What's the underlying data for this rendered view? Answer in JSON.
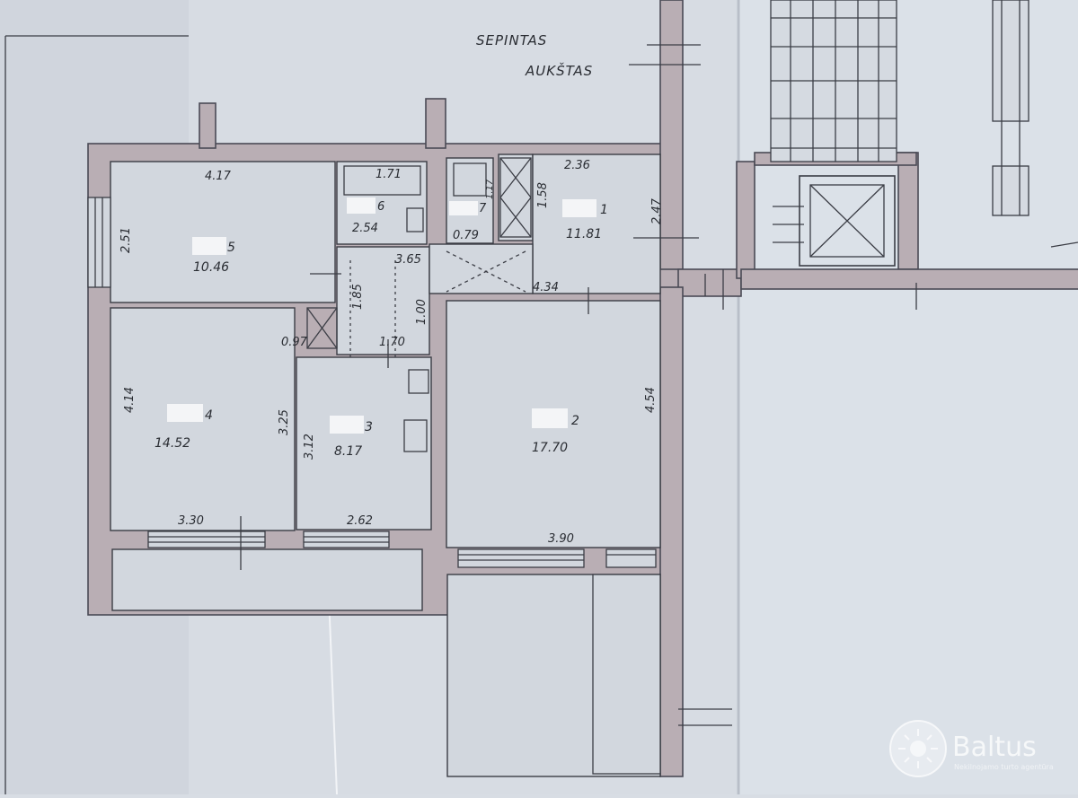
{
  "plan": {
    "corridor_label_line1": "SEPINTAS",
    "corridor_label_line2": "AUKŠTAS",
    "rooms": [
      {
        "id": "room-1",
        "number": "1",
        "area": "11.81"
      },
      {
        "id": "room-2",
        "number": "2",
        "area": "17.70"
      },
      {
        "id": "room-3",
        "number": "3",
        "area": "8.17"
      },
      {
        "id": "room-4",
        "number": "4",
        "area": "14.52"
      },
      {
        "id": "room-5",
        "number": "5",
        "area": "10.46"
      },
      {
        "id": "room-6",
        "number": "6",
        "area": "2.54"
      },
      {
        "id": "room-7",
        "number": "7",
        "area": "0.79"
      }
    ],
    "dimensions": {
      "d_417": "4.17",
      "d_171": "1.71",
      "d_236": "2.36",
      "d_158": "1.58",
      "d_117": "1.17",
      "d_247": "2.47",
      "d_251": "2.51",
      "d_365": "3.65",
      "d_434": "4.34",
      "d_185": "1.85",
      "d_100": "1.00",
      "d_097": "0.97",
      "d_170": "1.70",
      "d_414": "4.14",
      "d_325": "3.25",
      "d_312": "3.12",
      "d_454": "4.54",
      "d_330": "3.30",
      "d_262": "2.62",
      "d_390": "3.90"
    }
  },
  "watermark": {
    "brand": "Baltus",
    "tagline": "Nekilnojamo turto agentūra"
  },
  "colors": {
    "paper": "#d8dde4",
    "wall": "#b9aeb4",
    "ink": "#2a2d33"
  }
}
